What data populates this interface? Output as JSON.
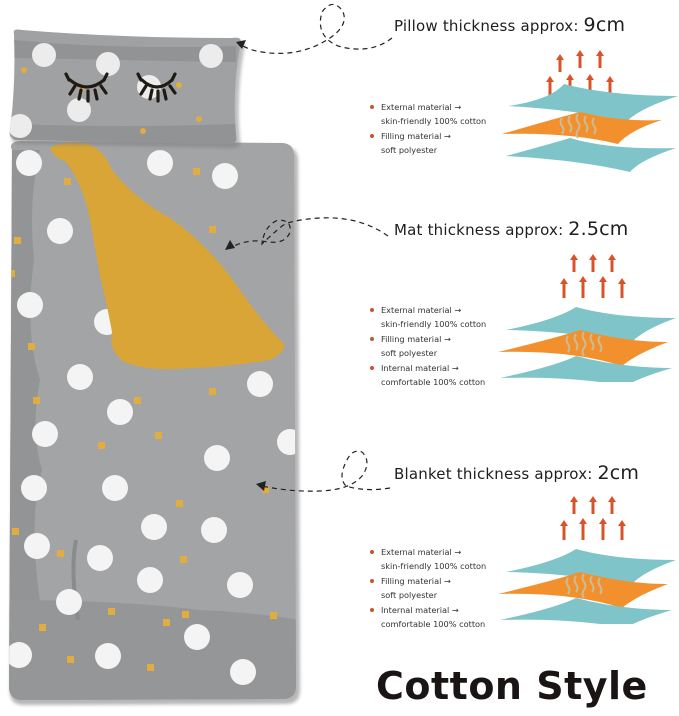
{
  "product": {
    "style_title": "Cotton Style",
    "colors": {
      "mat_gray": "#a3a4a6",
      "mat_shadow": "#8e8f91",
      "dot_white": "#f4f4f4",
      "blanket_mustard": "#d9a536",
      "confetti_gold": "#e0ad3e",
      "eyelash": "#1f1a14"
    }
  },
  "callouts": [
    {
      "id": "pillow",
      "label": "Pillow thickness approx:",
      "value": "9cm",
      "materials": [
        {
          "line1": "External material →",
          "line2": "skin-friendly 100% cotton"
        },
        {
          "line1": "Filling material →",
          "line2": "soft polyester"
        }
      ]
    },
    {
      "id": "mat",
      "label": "Mat thickness approx:",
      "value": "2.5cm",
      "materials": [
        {
          "line1": "External material →",
          "line2": "skin-friendly 100% cotton"
        },
        {
          "line1": "Filling material →",
          "line2": "soft polyester"
        },
        {
          "line1": "Internal material →",
          "line2": "comfortable 100% cotton"
        }
      ]
    },
    {
      "id": "blanket",
      "label": "Blanket thickness approx:",
      "value": "2cm",
      "materials": [
        {
          "line1": "External material →",
          "line2": "skin-friendly 100% cotton"
        },
        {
          "line1": "Filling material →",
          "line2": "soft polyester"
        },
        {
          "line1": "Internal material →",
          "line2": "comfortable 100% cotton"
        }
      ]
    }
  ],
  "layer_colors": {
    "outer_fabric": "#7ec4c9",
    "filling": "#f2902e",
    "heat_arrows": "#d9532a",
    "heat_waves": "#c9bd98",
    "bullet_dot": "#c8562c"
  },
  "icons": {
    "heat_arrow": "up-arrow",
    "warmth": "wavy-lines",
    "pointer": "dashed-loop-arrow"
  }
}
